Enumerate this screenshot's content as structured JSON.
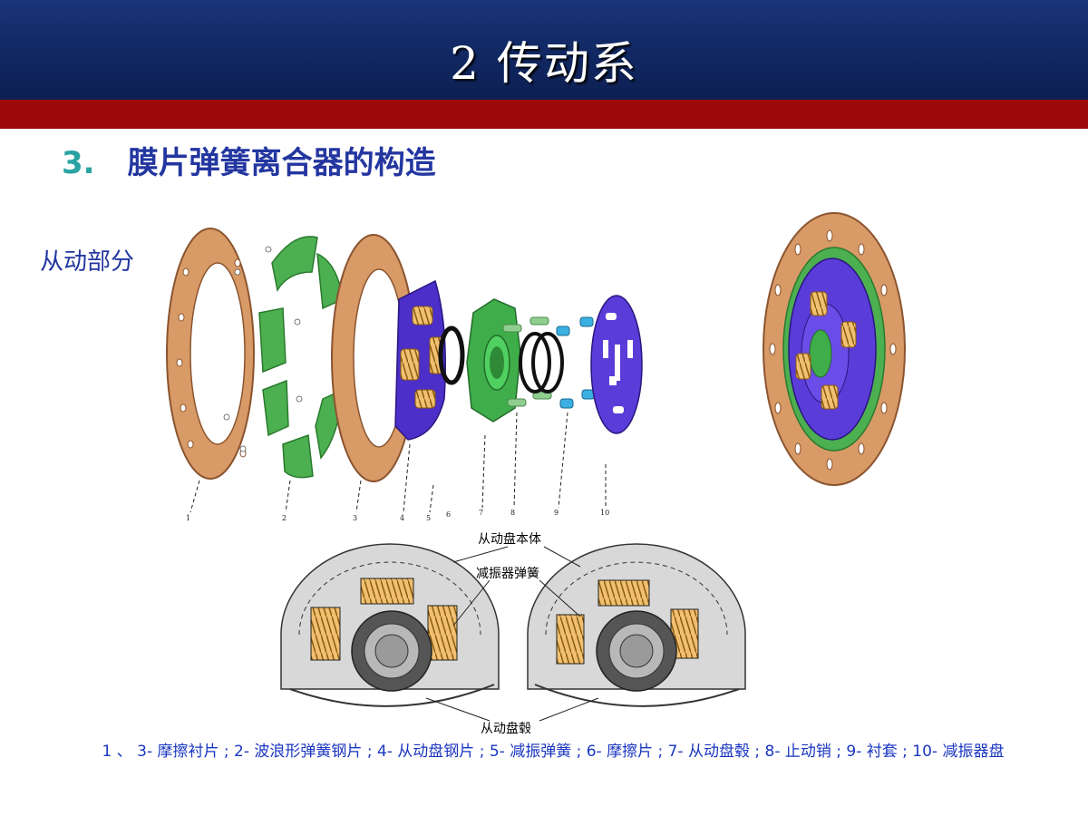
{
  "header": {
    "title": "2  传动系"
  },
  "section": {
    "number": "3.",
    "title": "膜片弹簧离合器的构造"
  },
  "side_label": "从动部分",
  "part_numbers": [
    "1",
    "2",
    "3",
    "4",
    "5",
    "6",
    "7",
    "8",
    "9",
    "10"
  ],
  "diagram_labels": {
    "body": "从动盘本体",
    "spring": "减振器弹簧",
    "hub": "从动盘毂"
  },
  "caption": "1 、 3- 摩擦衬片 ; 2- 波浪形弹簧钢片 ; 4- 从动盘钢片 ; 5- 减振弹簧 ; 6- 摩擦片 ; 7- 从动盘毂 ; 8- 止动销 ; 9- 衬套 ; 10- 减振器盘",
  "colors": {
    "friction": "#d89a66",
    "wave_spring": "#4caf50",
    "steel_plate": "#4b2fc8",
    "spring_coil": "#c08a2a",
    "header": "#122a66",
    "stripe": "#9c0a0a"
  }
}
